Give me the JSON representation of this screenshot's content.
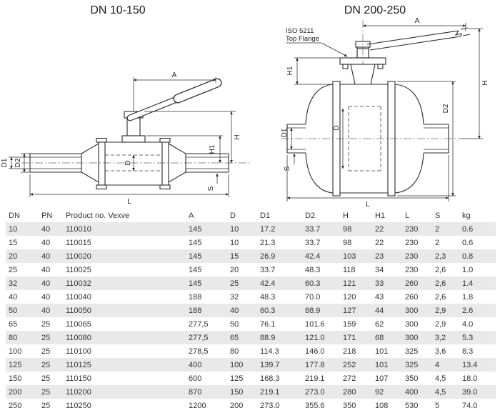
{
  "titles": {
    "left": "DN 10-150",
    "right": "DN 200-250"
  },
  "diagram_left": {
    "labels": {
      "A": "A",
      "H": "H",
      "H1": "H1",
      "D": "D",
      "D1": "D1",
      "D2": "D2",
      "L": "L",
      "S": "S"
    }
  },
  "diagram_right": {
    "note_line1": "ISO 5211",
    "note_line2": "Top Flange",
    "labels": {
      "A": "A",
      "H": "H",
      "H1": "H1",
      "D": "D",
      "D1": "D1",
      "D2": "D2",
      "L": "L",
      "S": "S"
    }
  },
  "table": {
    "headers": [
      "DN",
      "PN",
      "Product no. Vexve",
      "A",
      "D",
      "D1",
      "D2",
      "H",
      "H1",
      "L",
      "S",
      "kg"
    ],
    "rows": [
      [
        "10",
        "40",
        "110010",
        "145",
        "10",
        "17.2",
        "33.7",
        "98",
        "22",
        "230",
        "2",
        "0.6"
      ],
      [
        "15",
        "40",
        "110015",
        "145",
        "10",
        "21.3",
        "33.7",
        "98",
        "22",
        "230",
        "2",
        "0.6"
      ],
      [
        "20",
        "40",
        "110020",
        "145",
        "15",
        "26.9",
        "42.4",
        "103",
        "23",
        "230",
        "2,3",
        "0.8"
      ],
      [
        "25",
        "40",
        "110025",
        "145",
        "20",
        "33.7",
        "48.3",
        "118",
        "34",
        "230",
        "2,6",
        "1.0"
      ],
      [
        "32",
        "40",
        "110032",
        "145",
        "25",
        "42.4",
        "60.3",
        "121",
        "33",
        "260",
        "2,6",
        "1.4"
      ],
      [
        "40",
        "40",
        "110040",
        "188",
        "32",
        "48.3",
        "70.0",
        "120",
        "43",
        "260",
        "2,6",
        "1.8"
      ],
      [
        "50",
        "40",
        "110050",
        "188",
        "40",
        "60.3",
        "88.9",
        "127",
        "44",
        "300",
        "2,9",
        "2.6"
      ],
      [
        "65",
        "25",
        "110065",
        "277,5",
        "50",
        "76.1",
        "101.6",
        "159",
        "62",
        "300",
        "2,9",
        "4.0"
      ],
      [
        "80",
        "25",
        "110080",
        "277,5",
        "65",
        "88.9",
        "121.0",
        "171",
        "68",
        "300",
        "3,2",
        "5.3"
      ],
      [
        "100",
        "25",
        "110100",
        "278,5",
        "80",
        "114.3",
        "146.0",
        "218",
        "101",
        "325",
        "3,6",
        "8.3"
      ],
      [
        "125",
        "25",
        "110125",
        "400",
        "100",
        "139.7",
        "177.8",
        "252",
        "101",
        "325",
        "4",
        "13.4"
      ],
      [
        "150",
        "25",
        "110150",
        "600",
        "125",
        "168.3",
        "219.1",
        "272",
        "107",
        "350",
        "4,5",
        "18.0"
      ],
      [
        "200",
        "25",
        "110200",
        "870",
        "150",
        "219.1",
        "273.0",
        "280",
        "92",
        "400",
        "4,5",
        "39.0"
      ],
      [
        "250",
        "25",
        "110250",
        "1200",
        "200",
        "273.0",
        "355.6",
        "350",
        "108",
        "530",
        "5",
        "74.0"
      ]
    ]
  }
}
